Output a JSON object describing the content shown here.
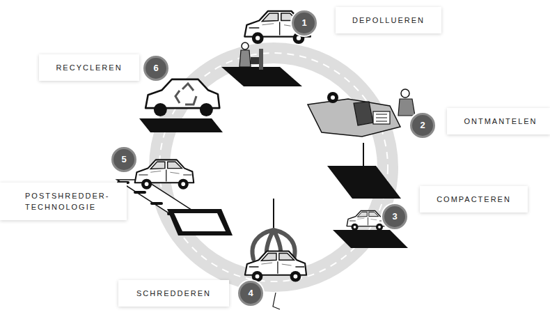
{
  "diagram": {
    "nodes": [
      {
        "text": [
          "1"
        ]
      },
      {
        "text": [
          "DEPOLLUEREN"
        ]
      },
      {
        "text": [
          "2"
        ]
      },
      {
        "text": [
          "ONTMANTELEN"
        ]
      },
      {
        "text": [
          "3"
        ]
      },
      {
        "text": [
          "COMPACTEREN"
        ]
      },
      {
        "text": [
          "4"
        ]
      },
      {
        "text": [
          "SCHREDDEREN"
        ]
      },
      {
        "text": [
          "5"
        ]
      },
      {
        "text": [
          "POSTSHREDDER- TECHNOLOGIE"
        ]
      },
      {
        "text": [
          "6"
        ]
      },
      {
        "text": [
          "RECYCLEREN"
        ]
      }
    ]
  }
}
